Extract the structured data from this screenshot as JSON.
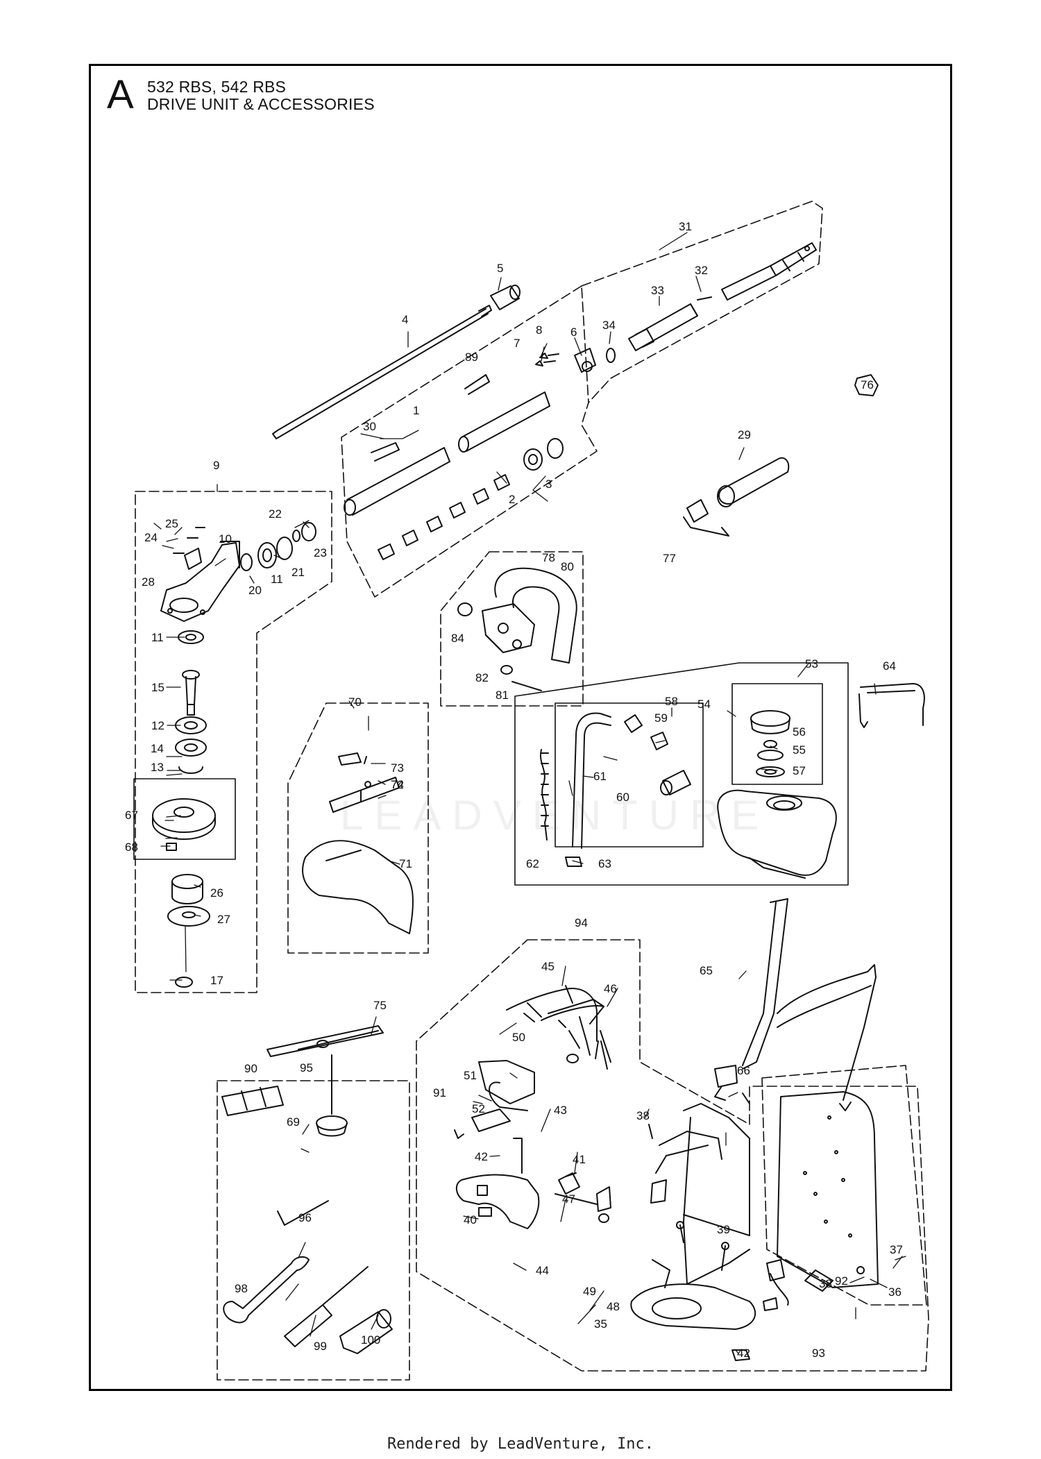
{
  "header": {
    "letter": "A",
    "models": "532 RBS, 542 RBS",
    "section": "DRIVE UNIT & ACCESSORIES"
  },
  "watermark": "LEADVENTURE",
  "footer": "Rendered by LeadVenture, Inc.",
  "callouts": [
    {
      "label": "1"
    },
    {
      "label": "2"
    },
    {
      "label": "3"
    },
    {
      "label": "4"
    },
    {
      "label": "5"
    },
    {
      "label": "6"
    },
    {
      "label": "7"
    },
    {
      "label": "8"
    },
    {
      "label": "9"
    },
    {
      "label": "10"
    },
    {
      "label": "11"
    },
    {
      "label": "11"
    },
    {
      "label": "12"
    },
    {
      "label": "13"
    },
    {
      "label": "14"
    },
    {
      "label": "15"
    },
    {
      "label": "17"
    },
    {
      "label": "20"
    },
    {
      "label": "21"
    },
    {
      "label": "22"
    },
    {
      "label": "23"
    },
    {
      "label": "24"
    },
    {
      "label": "25"
    },
    {
      "label": "26"
    },
    {
      "label": "27"
    },
    {
      "label": "28"
    },
    {
      "label": "29"
    },
    {
      "label": "30"
    },
    {
      "label": "31"
    },
    {
      "label": "32"
    },
    {
      "label": "33"
    },
    {
      "label": "34"
    },
    {
      "label": "35"
    },
    {
      "label": "36"
    },
    {
      "label": "37"
    },
    {
      "label": "38"
    },
    {
      "label": "38"
    },
    {
      "label": "39"
    },
    {
      "label": "40"
    },
    {
      "label": "41"
    },
    {
      "label": "42"
    },
    {
      "label": "42"
    },
    {
      "label": "43"
    },
    {
      "label": "44"
    },
    {
      "label": "45"
    },
    {
      "label": "46"
    },
    {
      "label": "47"
    },
    {
      "label": "48"
    },
    {
      "label": "49"
    },
    {
      "label": "50"
    },
    {
      "label": "51"
    },
    {
      "label": "52"
    },
    {
      "label": "53"
    },
    {
      "label": "54"
    },
    {
      "label": "55"
    },
    {
      "label": "56"
    },
    {
      "label": "57"
    },
    {
      "label": "58"
    },
    {
      "label": "59"
    },
    {
      "label": "60"
    },
    {
      "label": "61"
    },
    {
      "label": "62"
    },
    {
      "label": "63"
    },
    {
      "label": "64"
    },
    {
      "label": "65"
    },
    {
      "label": "66"
    },
    {
      "label": "67"
    },
    {
      "label": "68"
    },
    {
      "label": "69"
    },
    {
      "label": "70"
    },
    {
      "label": "71"
    },
    {
      "label": "72"
    },
    {
      "label": "73"
    },
    {
      "label": "74"
    },
    {
      "label": "75"
    },
    {
      "label": "76"
    },
    {
      "label": "77"
    },
    {
      "label": "78"
    },
    {
      "label": "80"
    },
    {
      "label": "81"
    },
    {
      "label": "82"
    },
    {
      "label": "84"
    },
    {
      "label": "89"
    },
    {
      "label": "90"
    },
    {
      "label": "91"
    },
    {
      "label": "92"
    },
    {
      "label": "93"
    },
    {
      "label": "94"
    },
    {
      "label": "95"
    },
    {
      "label": "96"
    },
    {
      "label": "98"
    },
    {
      "label": "99"
    },
    {
      "label": "100"
    }
  ]
}
